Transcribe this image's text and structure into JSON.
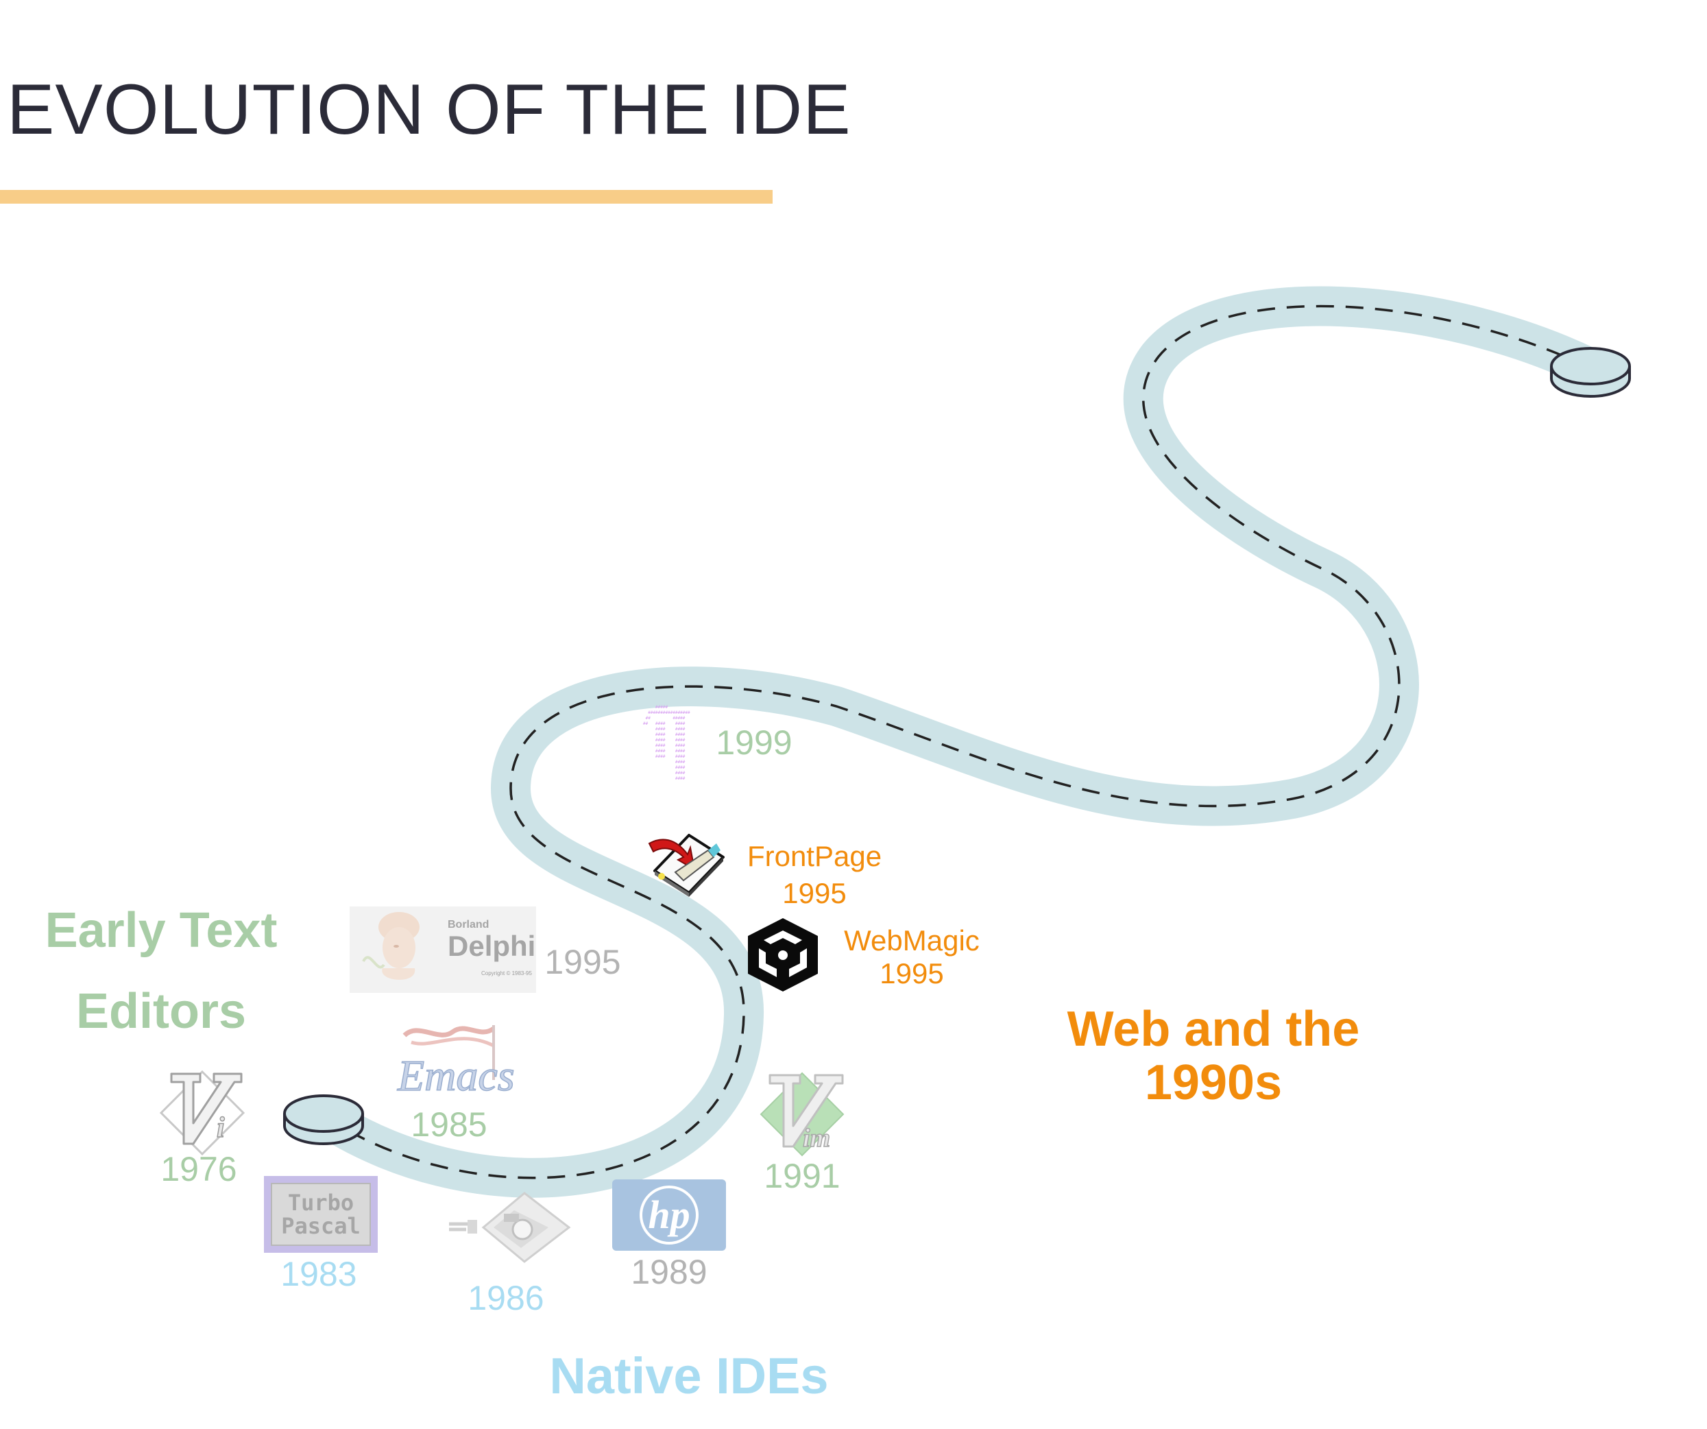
{
  "title": "EVOLUTION OF THE IDE",
  "colors": {
    "title": "#2b2b38",
    "title_rule": "#f8cd88",
    "road": "#cde3e7",
    "road_dash": "#222222",
    "early_text_editors": "#a8cda6",
    "native_ides": "#a8dcf2",
    "web_1990s": "#f28c0c",
    "faded_year": "#b3b3b3"
  },
  "sections": {
    "early_text_editors": {
      "line1": "Early Text",
      "line2": "Editors"
    },
    "native_ides": "Native IDEs",
    "web_1990s": {
      "line1": "Web and the",
      "line2": "1990s"
    }
  },
  "milestones": {
    "vi": {
      "year": "1976",
      "icon": "vi-logo-icon"
    },
    "turbo_pascal": {
      "year": "1983",
      "logo_text_1": "Turbo",
      "logo_text_2": "Pascal",
      "icon": "turbo-pascal-logo-icon"
    },
    "emacs": {
      "year": "1985",
      "logo_text": "Emacs",
      "icon": "emacs-logo-icon"
    },
    "ide_1986": {
      "year": "1986",
      "icon": "floppy-disk-icon"
    },
    "hp": {
      "year": "1989",
      "logo_text": "hp",
      "icon": "hp-logo-icon"
    },
    "vim": {
      "year": "1991",
      "icon": "vim-logo-icon"
    },
    "delphi": {
      "year": "1995",
      "logo_text_1": "Borland",
      "logo_text_2": "Delphi",
      "logo_text_3": "Copyright © 1983-95",
      "icon": "delphi-logo-icon"
    },
    "webmagic": {
      "name": "WebMagic",
      "year": "1995",
      "icon": "webmagic-cube-icon"
    },
    "frontpage": {
      "name": "FrontPage",
      "year": "1995",
      "icon": "frontpage-logo-icon"
    },
    "ascii_1999": {
      "year": "1999",
      "icon": "ascii-art-logo-icon"
    }
  }
}
